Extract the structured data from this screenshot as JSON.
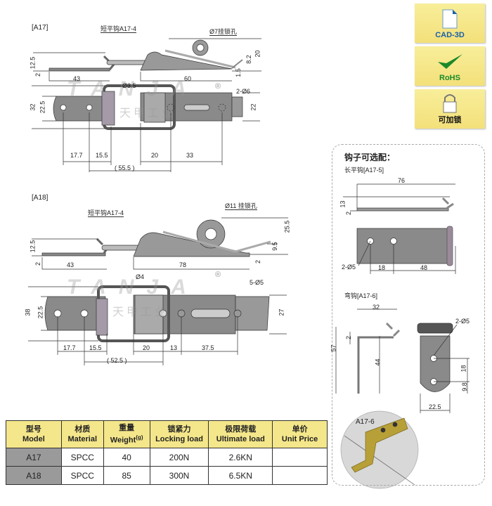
{
  "a17": {
    "title": "[A17]",
    "hook_label": "短平钩A17-4",
    "lock_hole": "Ø7挂锁孔",
    "d_12_5": "12.5",
    "d_2": "2",
    "d_43": "43",
    "d_60": "60",
    "d_20h": "20",
    "d_8_2": "8.2",
    "d_1_5": "1.5",
    "wire": "Ø3.5",
    "holes": "2-Ø6",
    "d_32": "32",
    "d_22_5": "22.5",
    "d_22": "22",
    "d_17_7": "17.7",
    "d_15_5": "15.5",
    "d_20": "20",
    "d_33": "33",
    "d_55_5": "( 55.5 )"
  },
  "a18": {
    "title": "[A18]",
    "hook_label": "短平钩A17-4",
    "lock_hole": "Ø11 挂锁孔",
    "d_12_5": "12.5",
    "d_2": "2",
    "d_43": "43",
    "d_78": "78",
    "d_25_5": "25.5",
    "d_9_5": "9.5",
    "d_2r": "2",
    "wire": "Ø4",
    "holes": "5-Ø5",
    "d_38": "38",
    "d_22_5": "22.5",
    "d_27": "27",
    "d_17_7": "17.7",
    "d_15_5": "15.5",
    "d_20": "20",
    "d_13": "13",
    "d_37_5": "37.5",
    "d_52_5": "( 52.5 )"
  },
  "watermark": {
    "brand": "TANJA",
    "cn": "天甲工业",
    "reg": "®"
  },
  "badges": [
    {
      "label": "CAD-3D",
      "icon": "file-icon",
      "color": "#1a5fa8"
    },
    {
      "label": "RoHS",
      "icon": "check-icon",
      "color": "#1a8a2a"
    },
    {
      "label": "可加锁",
      "icon": "padlock-icon",
      "color": "#111"
    }
  ],
  "options": {
    "title": "钩子可选配：",
    "a17_5": {
      "title": "长平钩[A17-5]",
      "d_76": "76",
      "d_13": "13",
      "d_2": "2",
      "holes": "2-Ø5",
      "d_18": "18",
      "d_48": "48"
    },
    "a17_6": {
      "title": "弯钩[A17-6]",
      "d_32": "32",
      "d_57": "57",
      "d_2": "2",
      "d_44": "44",
      "holes": "2-Ø5",
      "d_18": "18",
      "d_9_8": "9.8",
      "d_22_5": "22.5",
      "photo_label": "A17-6"
    }
  },
  "table": {
    "headers": [
      [
        "型号",
        "Model"
      ],
      [
        "材质",
        "Material"
      ],
      [
        "重量",
        "Weight",
        "(g)"
      ],
      [
        "锁紧力",
        "Locking load"
      ],
      [
        "极限荷载",
        "Ultimate load"
      ],
      [
        "单价",
        "Unit Price"
      ]
    ],
    "rows": [
      [
        "A17",
        "SPCC",
        "40",
        "200N",
        "2.6KN",
        ""
      ],
      [
        "A18",
        "SPCC",
        "85",
        "300N",
        "6.5KN",
        ""
      ]
    ]
  }
}
